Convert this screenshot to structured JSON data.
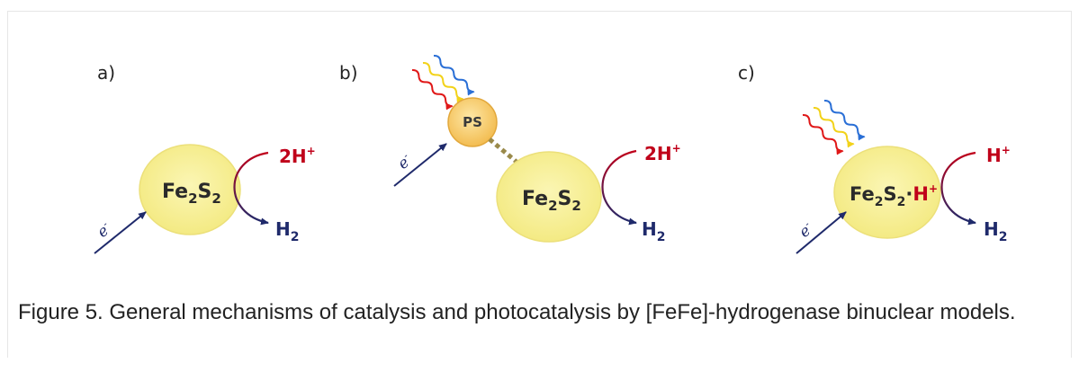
{
  "panels": [
    {
      "label": "a)",
      "catalyst_base": "Fe",
      "sub1": "2",
      "mid": "S",
      "sub2": "2",
      "proton_label": "2H",
      "proton_sup": "+",
      "product_base": "H",
      "product_sub": "2",
      "electron_label": "e",
      "electron_sup": "-"
    },
    {
      "label": "b)",
      "catalyst_base": "Fe",
      "sub1": "2",
      "mid": "S",
      "sub2": "2",
      "proton_label": "2H",
      "proton_sup": "+",
      "product_base": "H",
      "product_sub": "2",
      "electron_label": "e",
      "electron_sup": "-",
      "photosensitizer": "PS"
    },
    {
      "label": "c)",
      "catalyst_base": "Fe",
      "sub1": "2",
      "mid": "S",
      "sub2": "2",
      "dot": "·",
      "hydride": "H",
      "hydride_sup": "+",
      "proton_label": "H",
      "proton_sup": "+",
      "product_base": "H",
      "product_sub": "2",
      "electron_label": "e",
      "electron_sup": "-"
    }
  ],
  "caption": "Figure 5. General mechanisms of catalysis and photocatalysis by [FeFe]-hydrogenase binuclear models.",
  "colors": {
    "ellipse": "#f7ef8e",
    "ellipse_edge": "#ece07a",
    "proton": "#c0001a",
    "product": "#1f2a6b",
    "electron_arrow": "#1f2a6b",
    "linker": "#9a8a4a",
    "light_red": "#e01818",
    "light_yellow": "#f2d21a",
    "light_blue": "#2a6fd6"
  }
}
